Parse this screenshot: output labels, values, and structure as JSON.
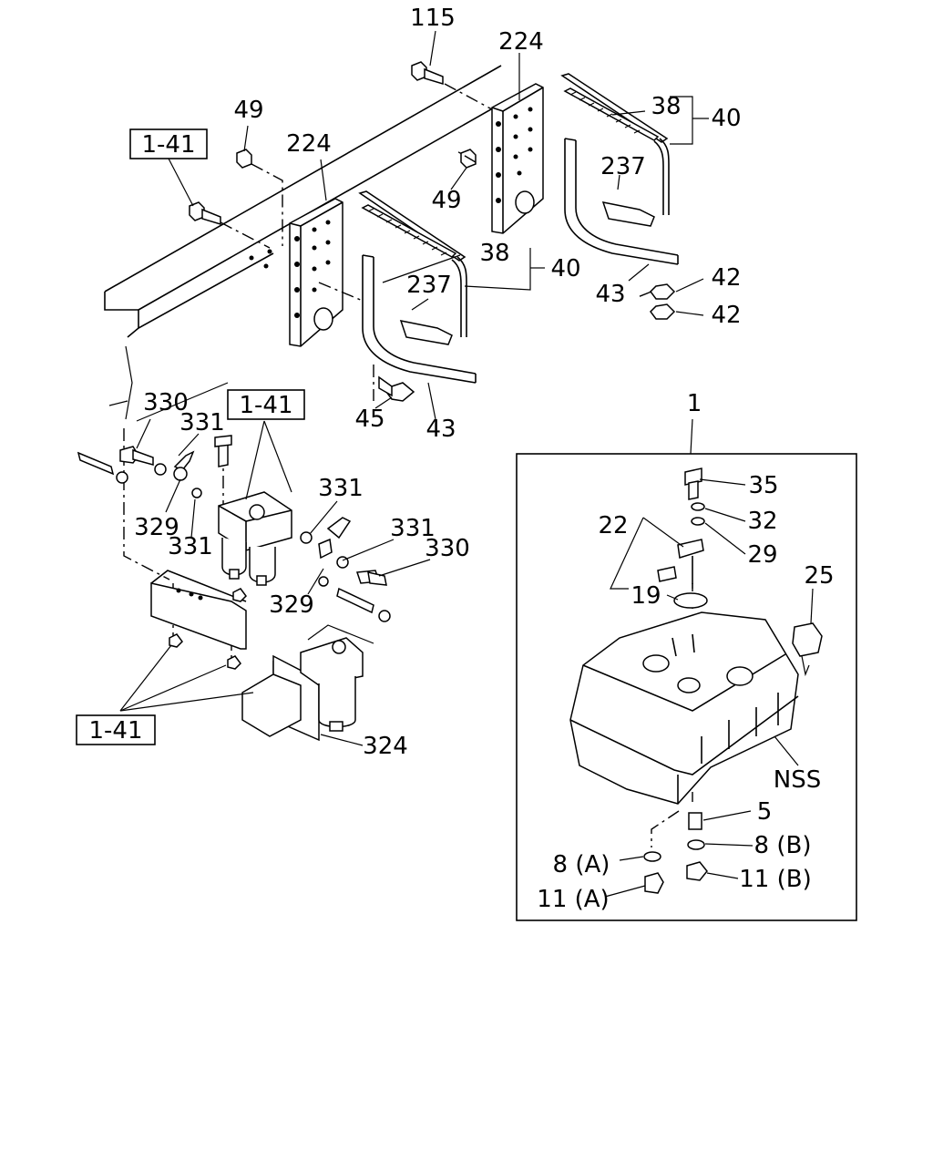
{
  "diagram": {
    "labels": {
      "p115": "115",
      "p224a": "224",
      "p224b": "224",
      "p49a": "49",
      "p49b": "49",
      "p38a": "38",
      "p38b": "38",
      "p40a": "40",
      "p40b": "40",
      "p237a": "237",
      "p237b": "237",
      "p43a": "43",
      "p43b": "43",
      "p42a": "42",
      "p42b": "42",
      "p45": "45",
      "p330a": "330",
      "p330b": "330",
      "p331a": "331",
      "p331b": "331",
      "p331c": "331",
      "p331d": "331",
      "p329a": "329",
      "p329b": "329",
      "p324": "324",
      "p1": "1",
      "p35": "35",
      "p32": "32",
      "p29": "29",
      "p22": "22",
      "p19": "19",
      "p25": "25",
      "pNSS": "NSS",
      "p5": "5",
      "p8A": "8 (A)",
      "p8B": "8 (B)",
      "p11A": "11 (A)",
      "p11B": "11 (B)"
    },
    "ref_boxes": {
      "ref_a": "1-41",
      "ref_b": "1-41",
      "ref_c": "1-41"
    }
  }
}
